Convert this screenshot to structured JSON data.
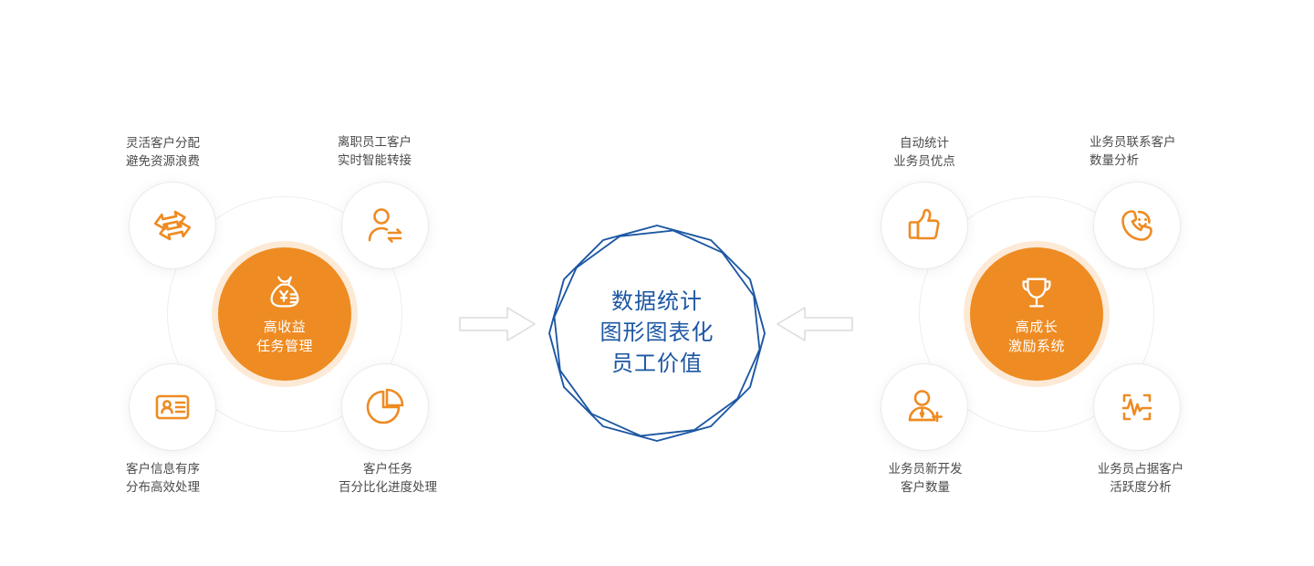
{
  "theme": {
    "background": "#ffffff",
    "accent_orange": "#ee8b22",
    "accent_orange_halo": "rgba(238,139,34,0.18)",
    "accent_blue": "#1c56a3",
    "caption_text": "#4b4b4d",
    "ring_line": "#efeeee",
    "arrow_line": "#dcdcdc"
  },
  "center": {
    "name": "data-statistics-hub",
    "text": "数据统计\n图形图表化\n员工价值",
    "shape": "dodecagon-double-outline"
  },
  "arrows": [
    {
      "name": "arrow-left-to-center",
      "direction": "right"
    },
    {
      "name": "arrow-right-to-center",
      "direction": "left"
    }
  ],
  "clusters": [
    {
      "id": "left",
      "hub": {
        "label": "高收益\n任务管理",
        "icon": "money-bag-yuan-icon"
      },
      "satellites": [
        {
          "position": "tl",
          "icon": "exchange-arrows-icon",
          "caption": "灵活客户分配\n避免资源浪费"
        },
        {
          "position": "tr",
          "icon": "user-transfer-icon",
          "caption": "离职员工客户\n实时智能转接"
        },
        {
          "position": "bl",
          "icon": "id-card-icon",
          "caption": "客户信息有序\n分布高效处理"
        },
        {
          "position": "br",
          "icon": "pie-chart-icon",
          "caption": "客户任务\n百分比化进度处理"
        }
      ]
    },
    {
      "id": "right",
      "hub": {
        "label": "高成长\n激励系统",
        "icon": "trophy-icon"
      },
      "satellites": [
        {
          "position": "tl",
          "icon": "thumbs-up-icon",
          "caption": "自动统计\n业务员优点"
        },
        {
          "position": "tr",
          "icon": "phone-smile-icon",
          "caption": "业务员联系客户\n数量分析"
        },
        {
          "position": "bl",
          "icon": "user-add-icon",
          "caption": "业务员新开发\n客户数量"
        },
        {
          "position": "br",
          "icon": "pulse-monitor-icon",
          "caption": "业务员占据客户\n活跃度分析"
        }
      ]
    }
  ]
}
